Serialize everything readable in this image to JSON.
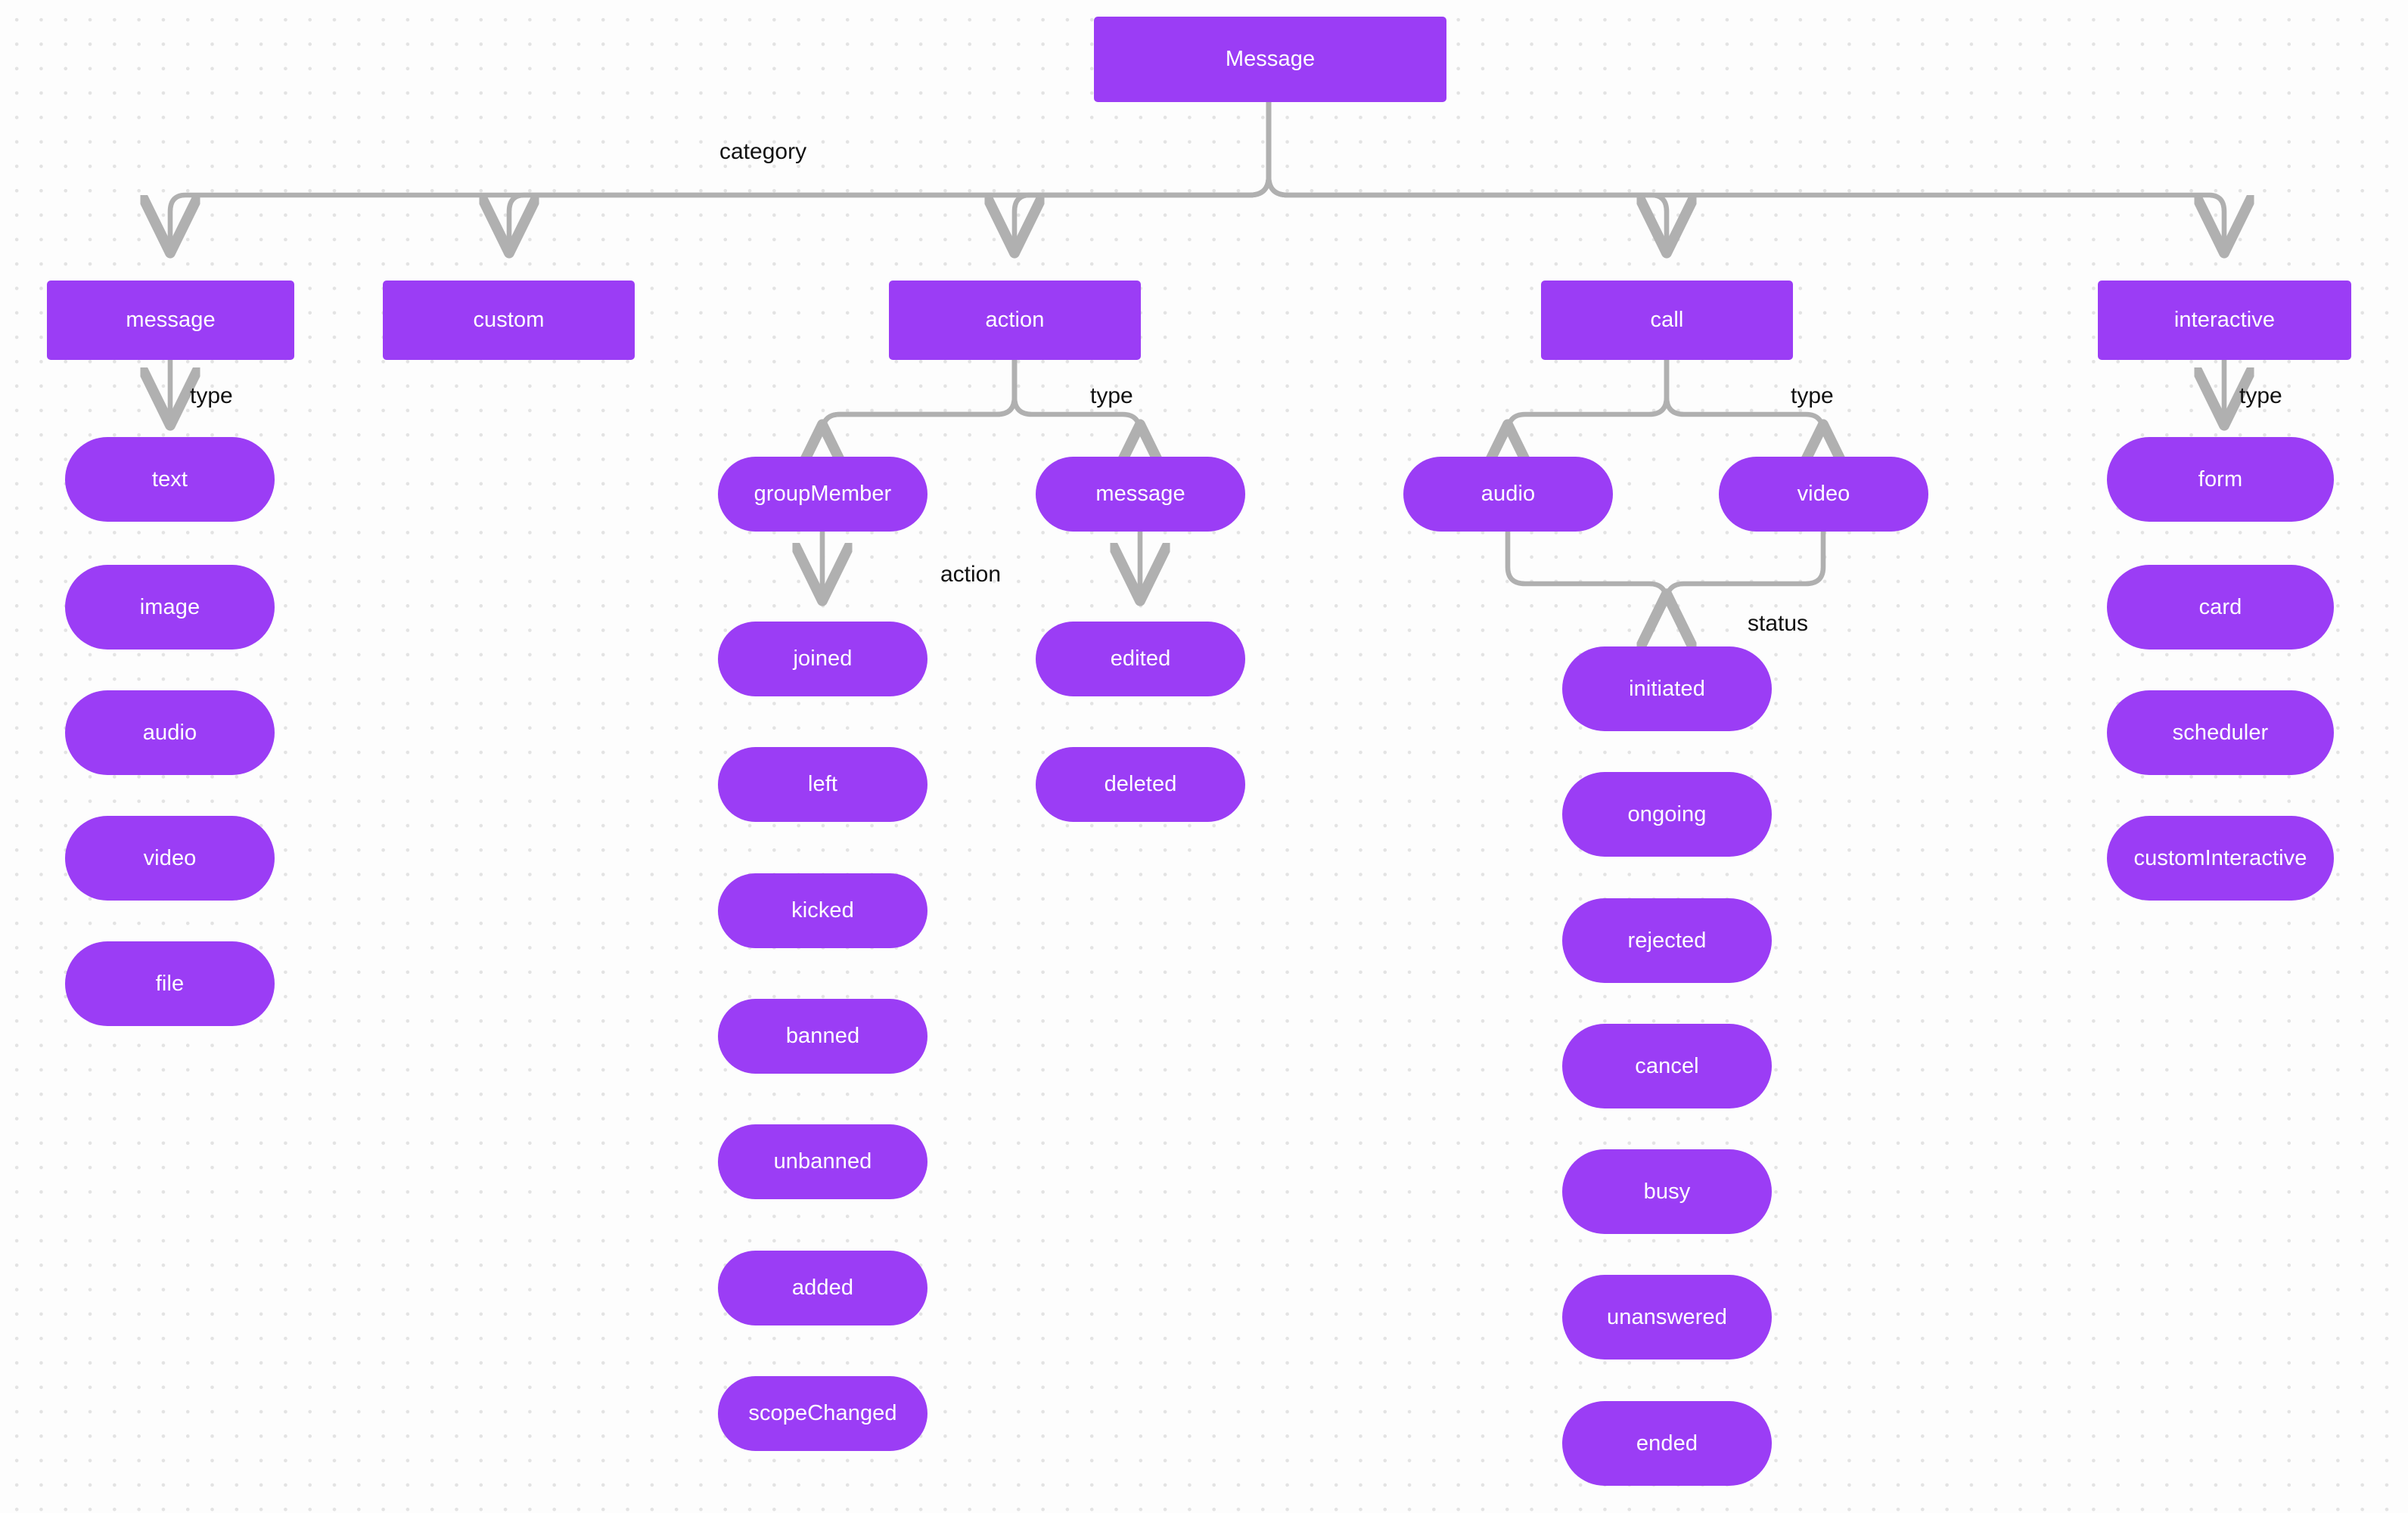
{
  "diagram": {
    "title": "Message",
    "palette": {
      "node_fill": "#9b3df5",
      "node_text": "#ffffff",
      "edge_stroke": "#b0b0b0",
      "label_text": "#111111",
      "canvas_bg": "#fdfdfd",
      "dot_grid": "#e3e3e3"
    },
    "root": {
      "label": "Message"
    },
    "edge_labels": {
      "category": "category",
      "message_type": "type",
      "action_type": "type",
      "call_type": "type",
      "interactive_type": "type",
      "group_member_action": "action",
      "call_status": "status"
    },
    "categories": [
      {
        "id": "message",
        "label": "message"
      },
      {
        "id": "custom",
        "label": "custom"
      },
      {
        "id": "action",
        "label": "action"
      },
      {
        "id": "call",
        "label": "call"
      },
      {
        "id": "interactive",
        "label": "interactive"
      }
    ],
    "columns": {
      "message_types": {
        "parent": "message",
        "edge": "type",
        "items": [
          {
            "label": "text"
          },
          {
            "label": "image"
          },
          {
            "label": "audio"
          },
          {
            "label": "video"
          },
          {
            "label": "file"
          }
        ]
      },
      "action_types": {
        "parent": "action",
        "edge": "type",
        "items": [
          {
            "label": "groupMember"
          },
          {
            "label": "message"
          }
        ]
      },
      "group_member_actions": {
        "parent": "groupMember",
        "edge": "action",
        "items": [
          {
            "label": "joined"
          },
          {
            "label": "left"
          },
          {
            "label": "kicked"
          },
          {
            "label": "banned"
          },
          {
            "label": "unbanned"
          },
          {
            "label": "added"
          },
          {
            "label": "scopeChanged"
          }
        ]
      },
      "message_actions": {
        "parent": "message",
        "items": [
          {
            "label": "edited"
          },
          {
            "label": "deleted"
          }
        ]
      },
      "call_types": {
        "parent": "call",
        "edge": "type",
        "items": [
          {
            "label": "audio"
          },
          {
            "label": "video"
          }
        ]
      },
      "call_statuses": {
        "parent": "audio,video",
        "edge": "status",
        "items": [
          {
            "label": "initiated"
          },
          {
            "label": "ongoing"
          },
          {
            "label": "rejected"
          },
          {
            "label": "cancel"
          },
          {
            "label": "busy"
          },
          {
            "label": "unanswered"
          },
          {
            "label": "ended"
          }
        ]
      },
      "interactive_types": {
        "parent": "interactive",
        "edge": "type",
        "items": [
          {
            "label": "form"
          },
          {
            "label": "card"
          },
          {
            "label": "scheduler"
          },
          {
            "label": "customInteractive"
          }
        ]
      }
    }
  }
}
